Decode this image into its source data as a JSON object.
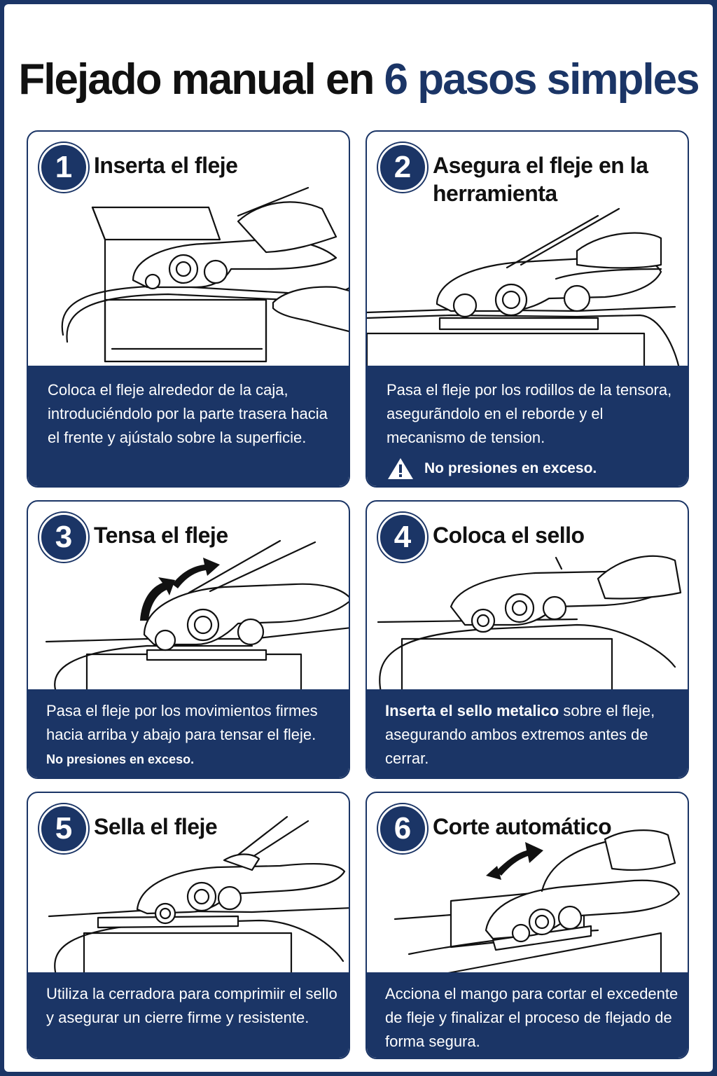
{
  "header": {
    "title_part1": "Flejado manual en ",
    "title_accent": "6 pasos simples"
  },
  "colors": {
    "brand_navy": "#1b3566",
    "text_dark": "#111111",
    "background": "#ffffff"
  },
  "steps": [
    {
      "number": "1",
      "title": "Inserta el fleje",
      "description": "Coloca el fleje alrededor de la caja, introduciéndolo por la parte trasera hacia el frente y ajústalo sobre la superficie."
    },
    {
      "number": "2",
      "title": "Asegura el fleje en la herramienta",
      "description": "Pasa el fleje por los rodillos de la tensora, asegurãndolo en el reborde y el mecanismo de tension.",
      "warning": "No presiones en exceso.",
      "warning_icon": "warning-triangle-icon"
    },
    {
      "number": "3",
      "title": "Tensa el fleje",
      "description": "Pasa el fleje por los movimientos firmes hacia arriba y abajo para tensar el fleje.",
      "warning": "No presiones en exceso."
    },
    {
      "number": "4",
      "title": "Coloca el sello",
      "description_bold": "Inserta el sello metalico",
      "description": " sobre el fleje, asegurando ambos extremos antes de cerrar."
    },
    {
      "number": "5",
      "title": "Sella el fleje",
      "description": "Utiliza la cerradora para comprimiir el sello y asegurar un cierre firme y resistente."
    },
    {
      "number": "6",
      "title": "Corte automático",
      "description": "Acciona el mango para cortar el excedente de fleje y finalizar el proceso de flejado de forma segura."
    }
  ]
}
